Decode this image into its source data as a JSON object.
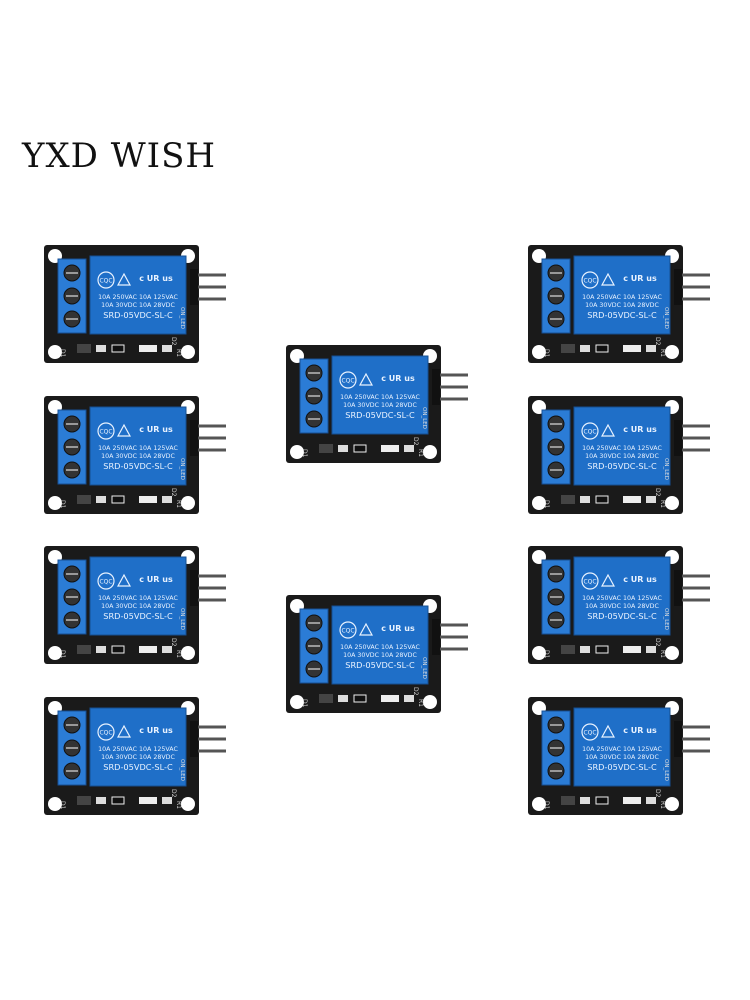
{
  "brand": "YXD WISH",
  "relay": {
    "cert_mark": "CQC",
    "ul_mark": "c UR us",
    "rating_line_1": "10A 250VAC  10A 125VAC",
    "rating_line_2": "10A  30VDC  10A  28VDC",
    "model": "SRD-05VDC-SL-C",
    "led_label": "ON_LED",
    "d2_label": "D2",
    "d1_label": "D1",
    "r1_label": "R1"
  },
  "colors": {
    "pcb": "#1a1a1a",
    "relay_body": "#1f6fc8",
    "relay_text": "#e8f2ff",
    "terminal": "#2b7cd6",
    "pins": "#555555"
  },
  "module_count": 10
}
